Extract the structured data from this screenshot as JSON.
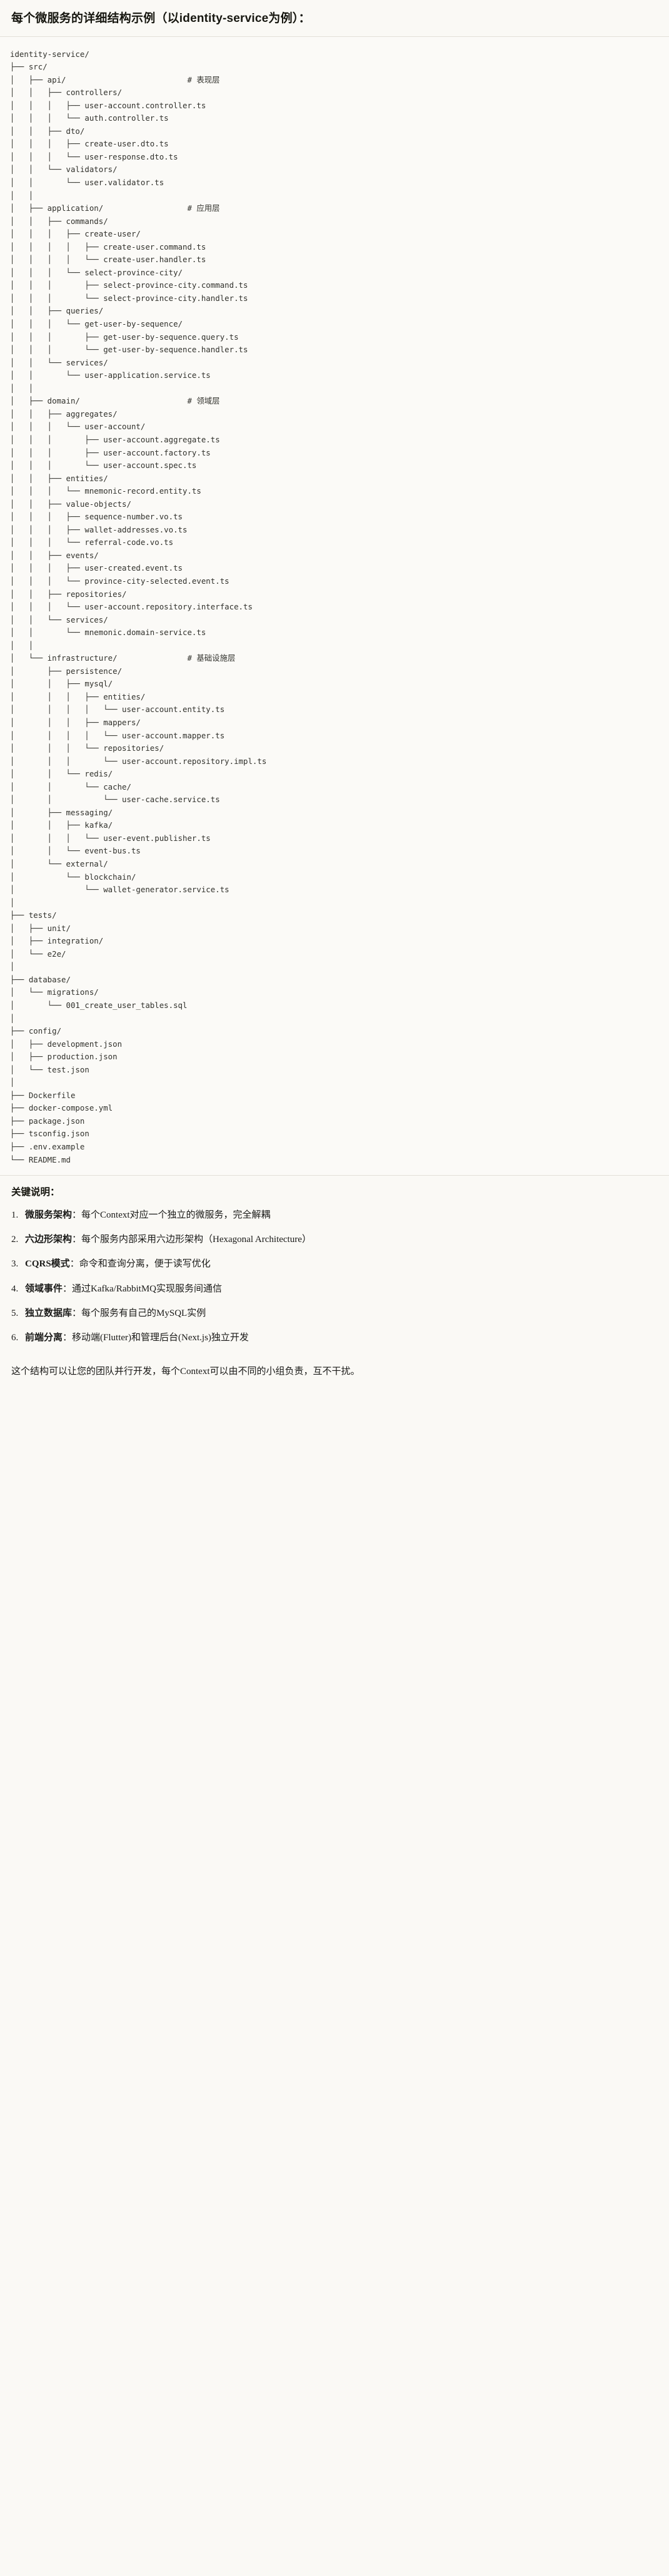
{
  "document": {
    "title": "每个微服务的详细结构示例（以identity-service为例）：",
    "tree_text": "identity-service/\n├── src/\n│   ├── api/                          # 表现层\n│   │   ├── controllers/\n│   │   │   ├── user-account.controller.ts\n│   │   │   └── auth.controller.ts\n│   │   ├── dto/\n│   │   │   ├── create-user.dto.ts\n│   │   │   └── user-response.dto.ts\n│   │   └── validators/\n│   │       └── user.validator.ts\n│   │\n│   ├── application/                  # 应用层\n│   │   ├── commands/\n│   │   │   ├── create-user/\n│   │   │   │   ├── create-user.command.ts\n│   │   │   │   └── create-user.handler.ts\n│   │   │   └── select-province-city/\n│   │   │       ├── select-province-city.command.ts\n│   │   │       └── select-province-city.handler.ts\n│   │   ├── queries/\n│   │   │   └── get-user-by-sequence/\n│   │   │       ├── get-user-by-sequence.query.ts\n│   │   │       └── get-user-by-sequence.handler.ts\n│   │   └── services/\n│   │       └── user-application.service.ts\n│   │\n│   ├── domain/                       # 领域层\n│   │   ├── aggregates/\n│   │   │   └── user-account/\n│   │   │       ├── user-account.aggregate.ts\n│   │   │       ├── user-account.factory.ts\n│   │   │       └── user-account.spec.ts\n│   │   ├── entities/\n│   │   │   └── mnemonic-record.entity.ts\n│   │   ├── value-objects/\n│   │   │   ├── sequence-number.vo.ts\n│   │   │   ├── wallet-addresses.vo.ts\n│   │   │   └── referral-code.vo.ts\n│   │   ├── events/\n│   │   │   ├── user-created.event.ts\n│   │   │   └── province-city-selected.event.ts\n│   │   ├── repositories/\n│   │   │   └── user-account.repository.interface.ts\n│   │   └── services/\n│   │       └── mnemonic.domain-service.ts\n│   │\n│   └── infrastructure/               # 基础设施层\n│       ├── persistence/\n│       │   ├── mysql/\n│       │   │   ├── entities/\n│       │   │   │   └── user-account.entity.ts\n│       │   │   ├── mappers/\n│       │   │   │   └── user-account.mapper.ts\n│       │   │   └── repositories/\n│       │   │       └── user-account.repository.impl.ts\n│       │   └── redis/\n│       │       └── cache/\n│       │           └── user-cache.service.ts\n│       ├── messaging/\n│       │   ├── kafka/\n│       │   │   └── user-event.publisher.ts\n│       │   └── event-bus.ts\n│       └── external/\n│           └── blockchain/\n│               └── wallet-generator.service.ts\n│\n├── tests/\n│   ├── unit/\n│   ├── integration/\n│   └── e2e/\n│\n├── database/\n│   └── migrations/\n│       └── 001_create_user_tables.sql\n│\n├── config/\n│   ├── development.json\n│   ├── production.json\n│   └── test.json\n│\n├── Dockerfile\n├── docker-compose.yml\n├── package.json\n├── tsconfig.json\n├── .env.example\n└── README.md",
    "tree_root": "identity-service/",
    "layer_comments": [
      "# 表现层",
      "# 应用层",
      "# 领域层",
      "# 基础设施层"
    ],
    "keys_heading": "关键说明：",
    "keys": [
      {
        "term": "微服务架构",
        "desc": "：每个Context对应一个独立的微服务，完全解耦"
      },
      {
        "term": "六边形架构",
        "desc": "：每个服务内部采用六边形架构（Hexagonal Architecture）"
      },
      {
        "term": "CQRS模式",
        "desc": "：命令和查询分离，便于读写优化"
      },
      {
        "term": "领域事件",
        "desc": "：通过Kafka/RabbitMQ实现服务间通信"
      },
      {
        "term": "独立数据库",
        "desc": "：每个服务有自己的MySQL实例"
      },
      {
        "term": "前端分离",
        "desc": "：移动端(Flutter)和管理后台(Next.js)独立开发"
      }
    ],
    "closing_note": "这个结构可以让您的团队并行开发，每个Context可以由不同的小组负责，互不干扰。"
  },
  "colors": {
    "page_bg": "#faf9f5",
    "code_bg": "#fbfaf7",
    "text": "#1a1a18",
    "code_text": "#31312c",
    "divider": "#e3e0d8"
  }
}
